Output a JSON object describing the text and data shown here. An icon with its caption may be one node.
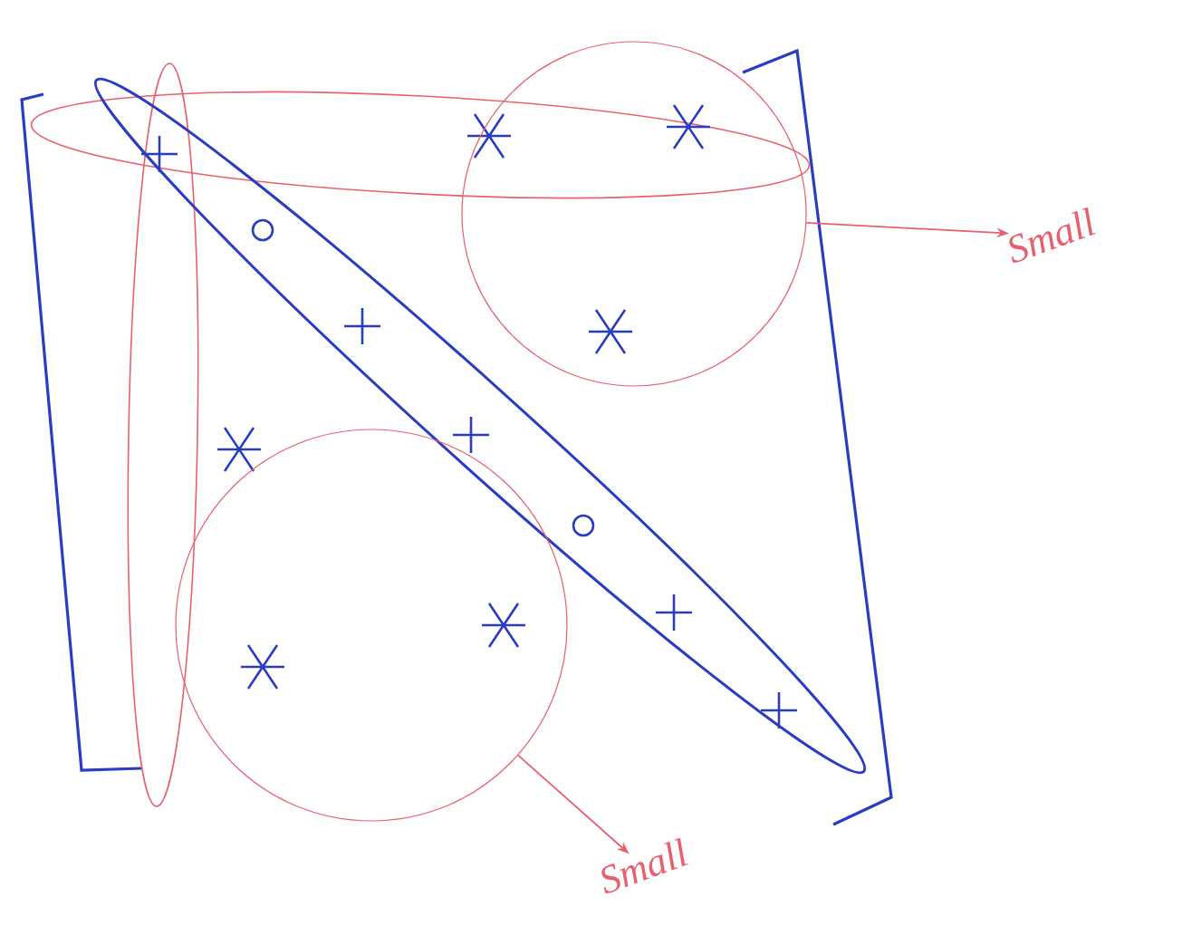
{
  "diagram": {
    "nodes": [
      {
        "text": [],
        "shape": "circle"
      },
      {
        "text": [
          "Small"
        ]
      },
      {
        "text": [],
        "shape": "circle"
      },
      {
        "text": [
          "Small"
        ]
      }
    ],
    "edges": [
      {
        "from": 0,
        "to": 1,
        "arrow": "to"
      },
      {
        "from": 2,
        "to": 3,
        "arrow": "to"
      }
    ]
  }
}
